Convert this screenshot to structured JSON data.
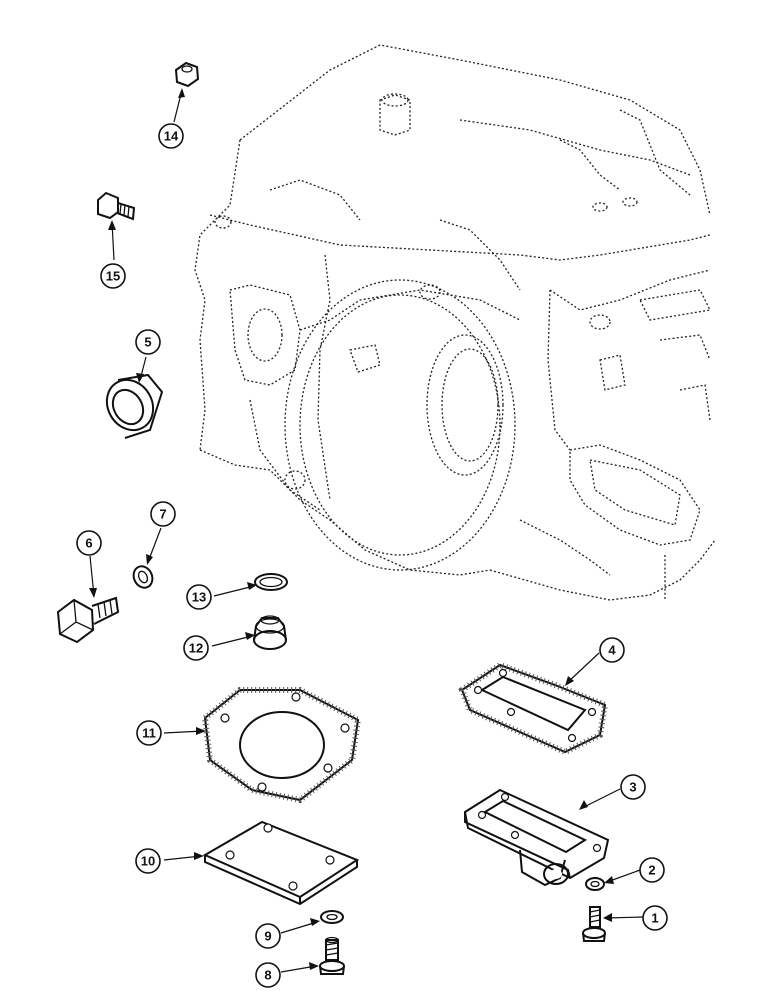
{
  "diagram": {
    "callouts": [
      {
        "id": "1",
        "label": "1"
      },
      {
        "id": "2",
        "label": "2"
      },
      {
        "id": "3",
        "label": "3"
      },
      {
        "id": "4",
        "label": "4"
      },
      {
        "id": "5",
        "label": "5"
      },
      {
        "id": "6",
        "label": "6"
      },
      {
        "id": "7",
        "label": "7"
      },
      {
        "id": "8",
        "label": "8"
      },
      {
        "id": "9",
        "label": "9"
      },
      {
        "id": "10",
        "label": "10"
      },
      {
        "id": "11",
        "label": "11"
      },
      {
        "id": "12",
        "label": "12"
      },
      {
        "id": "13",
        "label": "13"
      },
      {
        "id": "14",
        "label": "14"
      },
      {
        "id": "15",
        "label": "15"
      }
    ],
    "parts": [
      {
        "key": "transmission-housing",
        "icon": "housing-icon"
      },
      {
        "key": "nut",
        "icon": "nut-icon"
      },
      {
        "key": "cap-screw-small",
        "icon": "bolt-icon"
      },
      {
        "key": "seal",
        "icon": "seal-icon"
      },
      {
        "key": "cap-screw-large",
        "icon": "bolt-icon"
      },
      {
        "key": "washer",
        "icon": "washer-icon"
      },
      {
        "key": "o-ring",
        "icon": "o-ring-icon"
      },
      {
        "key": "plug",
        "icon": "plug-icon"
      },
      {
        "key": "gasket-square",
        "icon": "gasket-icon"
      },
      {
        "key": "gasket-rect",
        "icon": "gasket-icon"
      },
      {
        "key": "cover-plate",
        "icon": "plate-icon"
      },
      {
        "key": "cover-housing",
        "icon": "cover-icon"
      },
      {
        "key": "lock-washer",
        "icon": "washer-icon"
      },
      {
        "key": "bolt-bottom",
        "icon": "bolt-icon"
      },
      {
        "key": "bolt-plate",
        "icon": "bolt-icon"
      }
    ]
  }
}
